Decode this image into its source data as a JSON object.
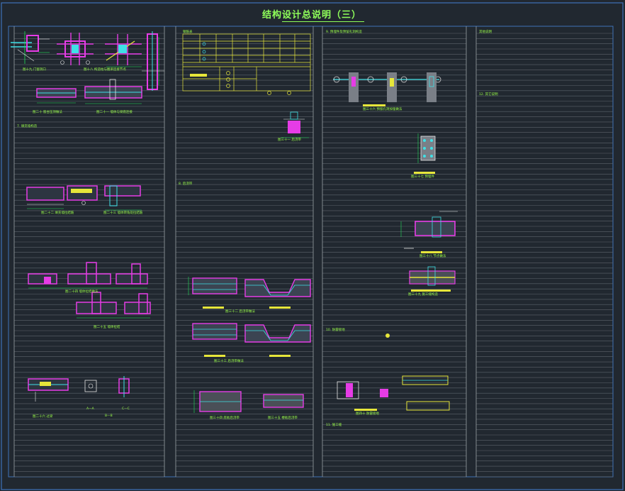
{
  "sheet": {
    "title": "结构设计总说明（三）",
    "colors": {
      "background": "#212830",
      "frame": "#3f72b8",
      "grid": "#6a7178",
      "title": "#8fff5a",
      "green": "#22e05a",
      "magenta": "#e63ce6",
      "yellow": "#e6e63a",
      "cyan": "#3fe0e6",
      "white": "#e6e6e6"
    }
  },
  "column1": {
    "heading": "7. 填充墙构造",
    "captions": [
      "图十九 门窗洞口",
      "图十八 构造柱与圈梁连接节点",
      "图二十 窗台压顶做法",
      "图二十一 墙体与梁底连接",
      "图二十二 填充墙拉结筋",
      "图二十三 墙体转角处拉结筋",
      "图二十四 墙体拉结做法",
      "图二十五 墙体拉结",
      "图二十六 过梁",
      "A—A",
      "B—B",
      "C—C"
    ]
  },
  "column2": {
    "table_label": "钢筋表",
    "heading": "8. 后浇带",
    "captions": [
      "图三十一 后浇带",
      "图三十二 后浇带做法",
      "图三十三 后浇带做法",
      "图三十四 底板后浇带",
      "图三十五 楼板后浇带"
    ]
  },
  "column3": {
    "heading_top": "9. 预埋件及预留孔洞构造",
    "heading_mid": "10. 防雷接地",
    "heading_bottom": "11. 施工缝",
    "captions": [
      "图三十六 预留孔洞加强做法",
      "图三十七 预埋件",
      "图三十八 节点做法",
      "图三十九 施工缝构造",
      "图四十 防雷接地"
    ]
  },
  "column4": {
    "heading_top": "其他说明",
    "heading_mid": "12. 其它说明"
  }
}
